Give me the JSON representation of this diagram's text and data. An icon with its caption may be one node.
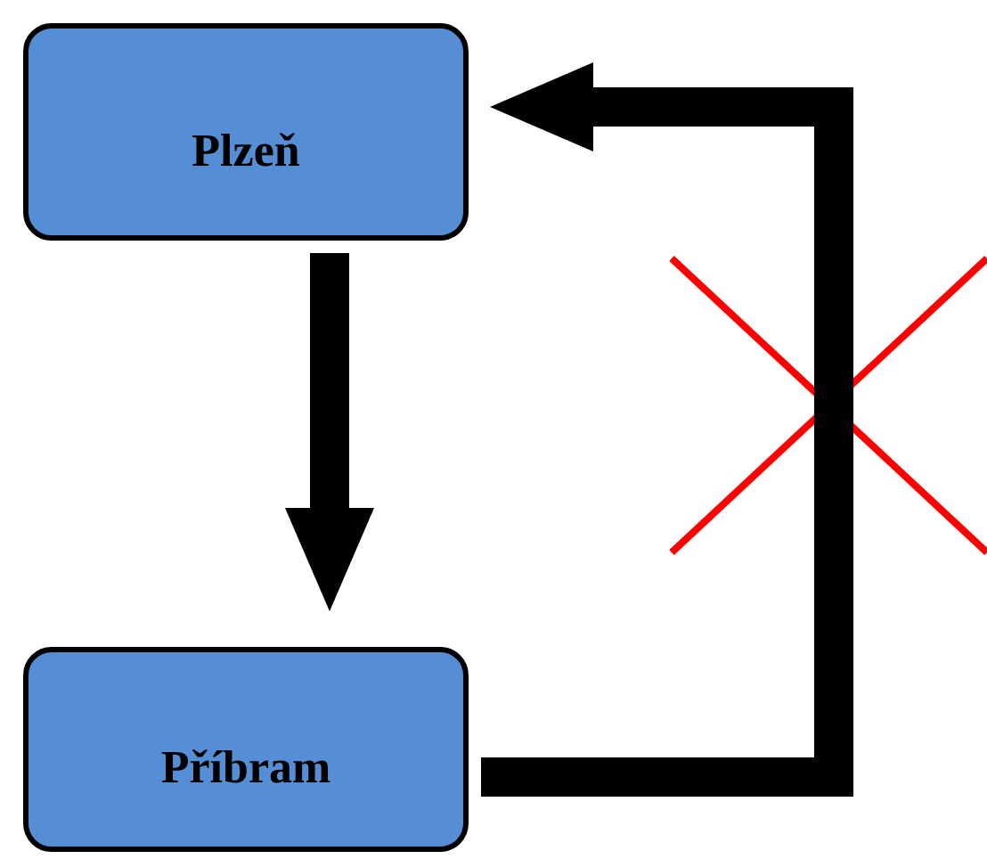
{
  "diagram": {
    "nodes": [
      {
        "text": [
          "Plzeň"
        ]
      },
      {
        "text": [
          "Příbram"
        ]
      }
    ],
    "edges": [
      {
        "from": 0,
        "to": 1,
        "arrow": "to"
      },
      {
        "from": 1,
        "to": 0,
        "arrow": "to"
      }
    ]
  }
}
